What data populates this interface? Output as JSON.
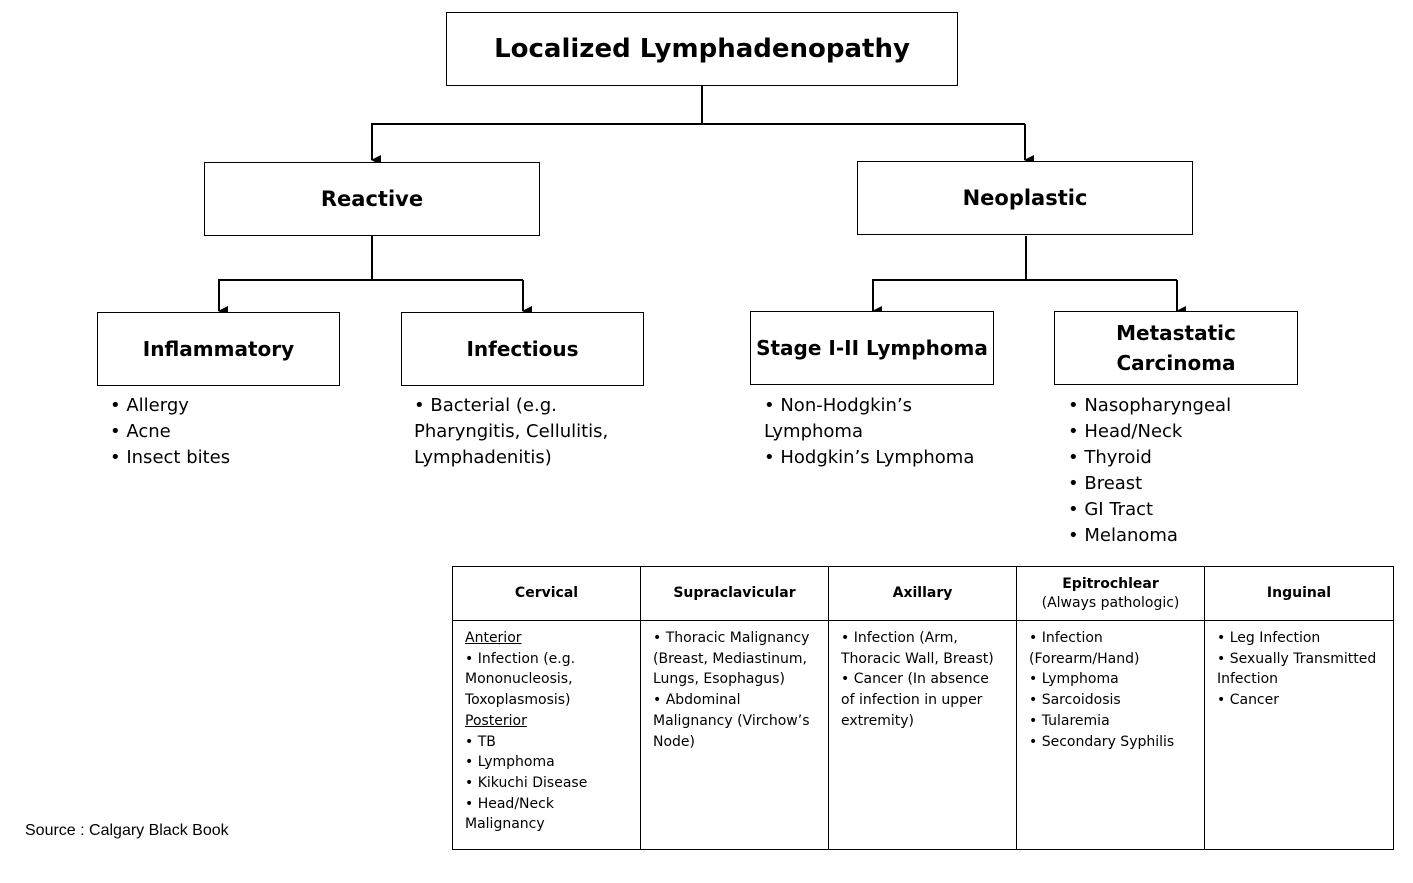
{
  "title": "Localized Lymphadenopathy",
  "reactive": {
    "label": "Reactive",
    "inflammatory": {
      "label": "Inflammatory",
      "items": [
        "Allergy",
        "Acne",
        "Insect bites"
      ]
    },
    "infectious": {
      "label": "Infectious",
      "items": [
        "Bacterial (e.g. Pharyngitis, Cellulitis, Lymphadenitis)"
      ]
    }
  },
  "neoplastic": {
    "label": "Neoplastic",
    "lymphoma": {
      "label": "Stage I-II Lymphoma",
      "items": [
        "Non-Hodgkin’s Lymphoma",
        "Hodgkin’s Lymphoma"
      ]
    },
    "metastatic": {
      "label": "Metastatic Carcinoma",
      "items": [
        "Nasopharyngeal",
        "Head/Neck",
        "Thyroid",
        "Breast",
        "GI Tract",
        "Melanoma"
      ]
    }
  },
  "table": {
    "headers": [
      {
        "label": "Cervical",
        "sub": ""
      },
      {
        "label": "Supraclavicular",
        "sub": ""
      },
      {
        "label": "Axillary",
        "sub": ""
      },
      {
        "label": "Epitrochlear",
        "sub": "(Always pathologic)"
      },
      {
        "label": "Inguinal",
        "sub": ""
      }
    ],
    "cervical": {
      "anterior_heading": "Anterior",
      "anterior": [
        "• Infection (e.g. Mononucleosis, Toxoplasmosis)"
      ],
      "posterior_heading": "Posterior",
      "posterior": [
        "• TB",
        "• Lymphoma",
        "• Kikuchi Disease",
        "• Head/Neck Malignancy"
      ]
    },
    "supraclavicular": [
      "• Thoracic Malignancy (Breast, Mediastinum, Lungs, Esophagus)",
      "• Abdominal Malignancy (Virchow’s Node)"
    ],
    "axillary": [
      "• Infection (Arm, Thoracic Wall, Breast)",
      "• Cancer (In absence of infection in upper extremity)"
    ],
    "epitrochlear": [
      "• Infection (Forearm/Hand)",
      "• Lymphoma",
      "• Sarcoidosis",
      "• Tularemia",
      "• Secondary Syphilis"
    ],
    "inguinal": [
      "• Leg Infection",
      "• Sexually Transmitted Infection",
      "• Cancer"
    ]
  },
  "source": "Source : Calgary Black Book"
}
